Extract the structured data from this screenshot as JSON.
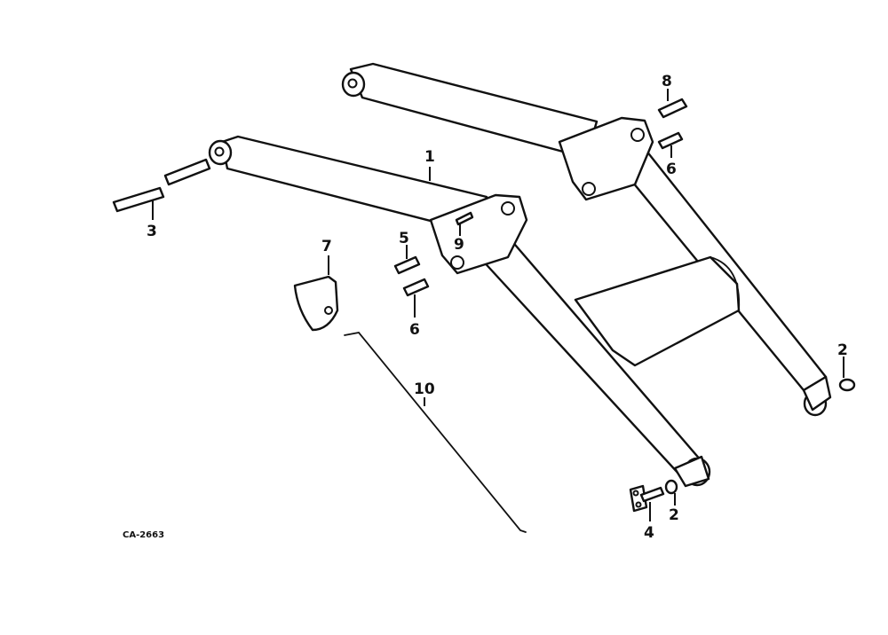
{
  "drawing_code": "CA-2663",
  "callouts": {
    "c1": "1",
    "c2a": "2",
    "c2b": "2",
    "c3": "3",
    "c4": "4",
    "c5": "5",
    "c6a": "6",
    "c6b": "6",
    "c7": "7",
    "c8": "8",
    "c9": "9",
    "c10": "10"
  },
  "colors": {
    "line": "#111111",
    "background": "#ffffff"
  }
}
